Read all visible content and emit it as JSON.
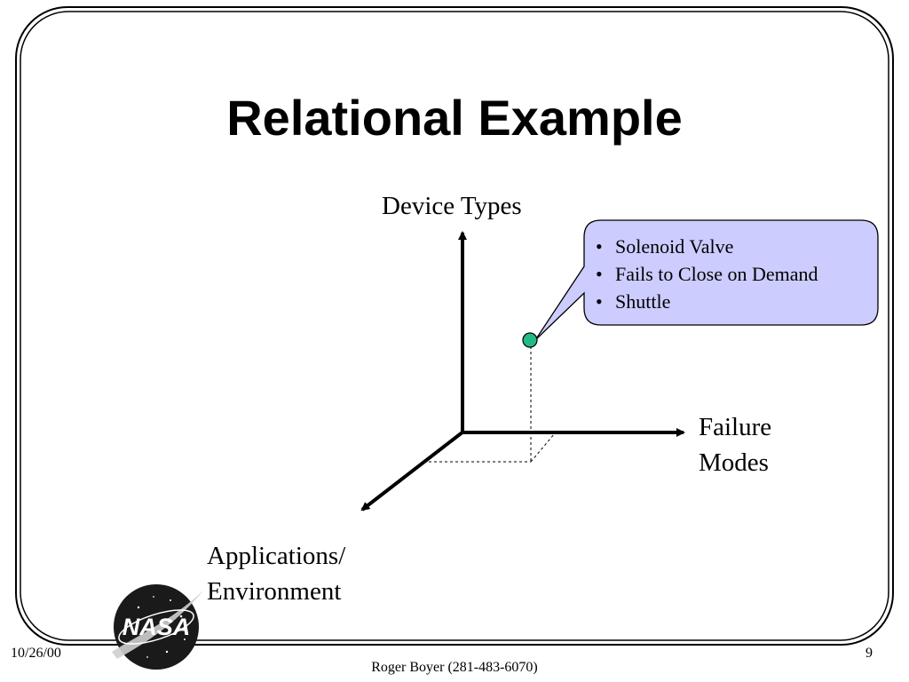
{
  "slide": {
    "title": "Relational Example"
  },
  "diagram": {
    "axis_y_label": "Device Types",
    "axis_x_label": [
      "Failure",
      "Modes"
    ],
    "axis_z_label": [
      "Applications/",
      "Environment"
    ],
    "callout_items": [
      "Solenoid Valve",
      "Fails to Close on Demand",
      "Shuttle"
    ],
    "colors": {
      "callout_fill": "#ccccff",
      "point_fill": "#22bb88",
      "axis": "#000000"
    }
  },
  "footer": {
    "date": "10/26/00",
    "author": "Roger Boyer (281-483-6070)",
    "page": "9"
  },
  "logo": {
    "text": "NASA",
    "icon": "nasa-meatball-logo"
  }
}
